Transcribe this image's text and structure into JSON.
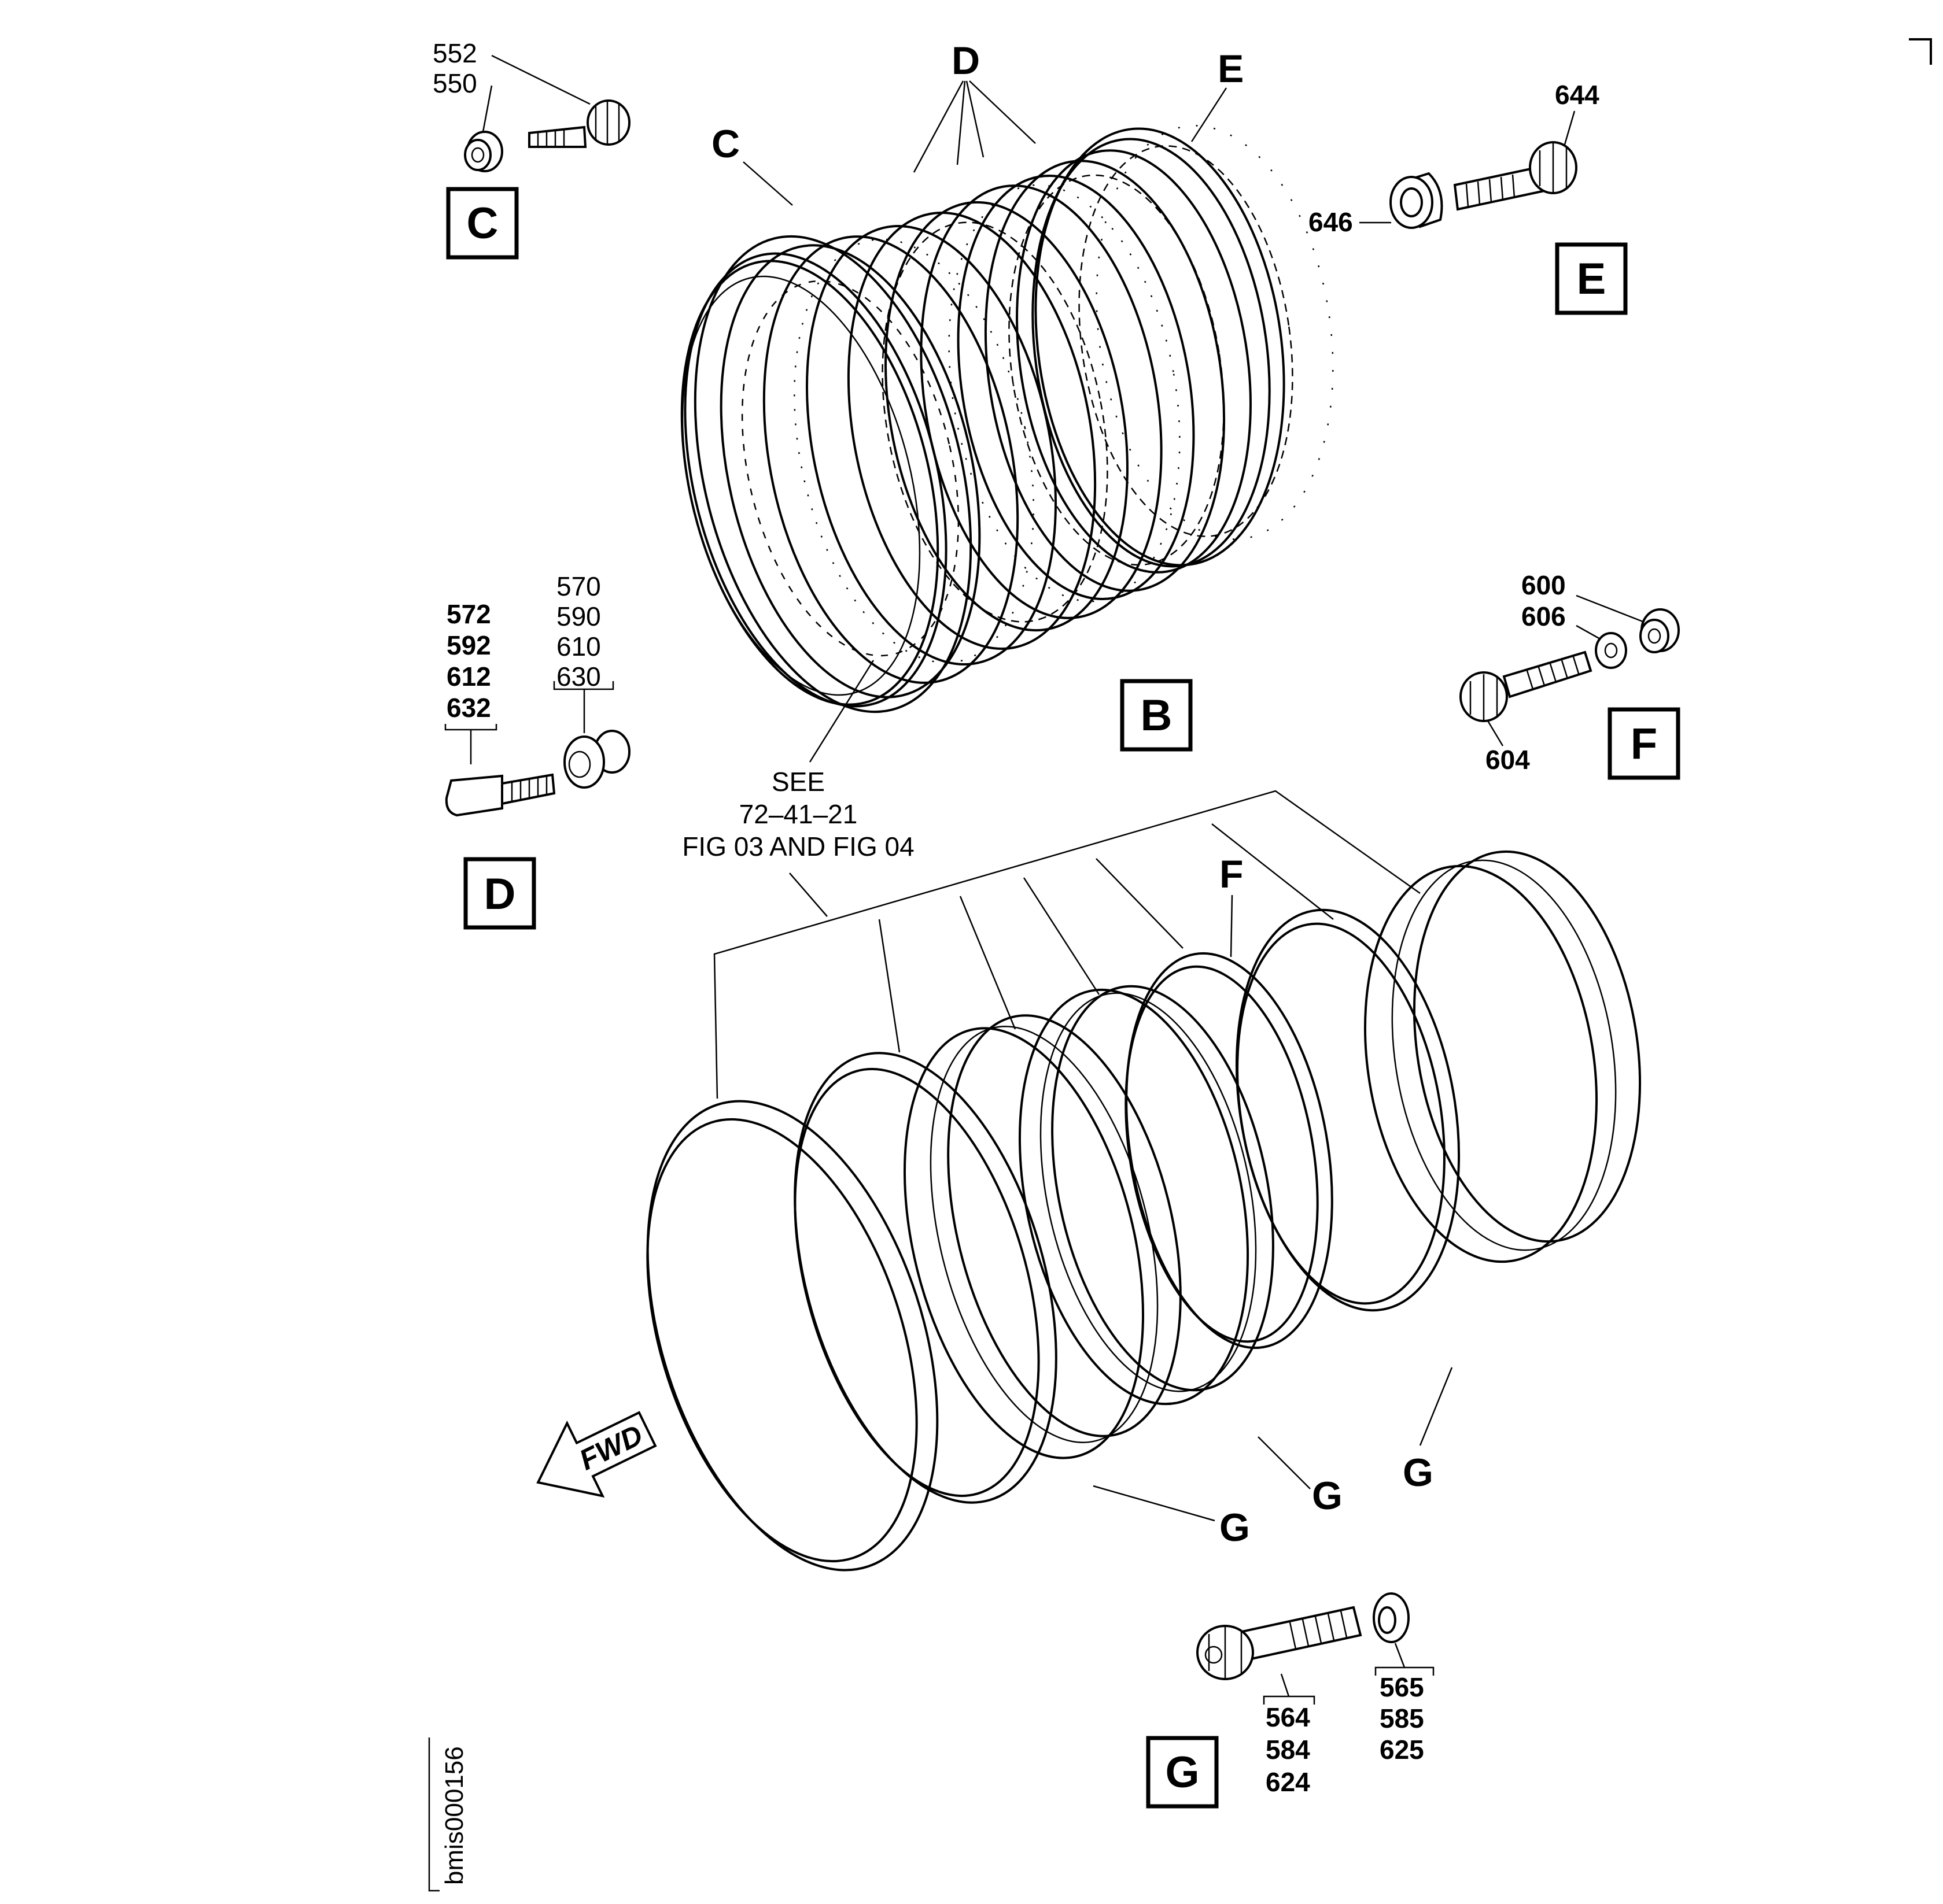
{
  "detail_views": [
    {
      "id": "C",
      "label": "C",
      "callouts": [
        "552",
        "550"
      ]
    },
    {
      "id": "D",
      "label": "D",
      "callouts_left": [
        "572",
        "592",
        "612",
        "632"
      ],
      "callouts_right": [
        "570",
        "590",
        "610",
        "630"
      ]
    },
    {
      "id": "E",
      "label": "E",
      "callouts": [
        "644",
        "646"
      ]
    },
    {
      "id": "F",
      "label": "F",
      "callouts": [
        "600",
        "606",
        "604"
      ]
    },
    {
      "id": "G",
      "label": "G",
      "callouts_bolt": [
        "564",
        "584",
        "624"
      ],
      "callouts_washer": [
        "565",
        "585",
        "625"
      ]
    }
  ],
  "main_assembly": {
    "view_label": "B",
    "pointer_labels": [
      "C",
      "D",
      "E"
    ]
  },
  "exploded_view": {
    "pointer_labels": [
      "F",
      "G",
      "G",
      "G"
    ]
  },
  "reference_note": {
    "line1": "SEE",
    "line2": "72–41–21",
    "line3": "FIG 03 AND FIG 04"
  },
  "fwd_arrow": "FWD",
  "drawing_id": "bmis000156"
}
